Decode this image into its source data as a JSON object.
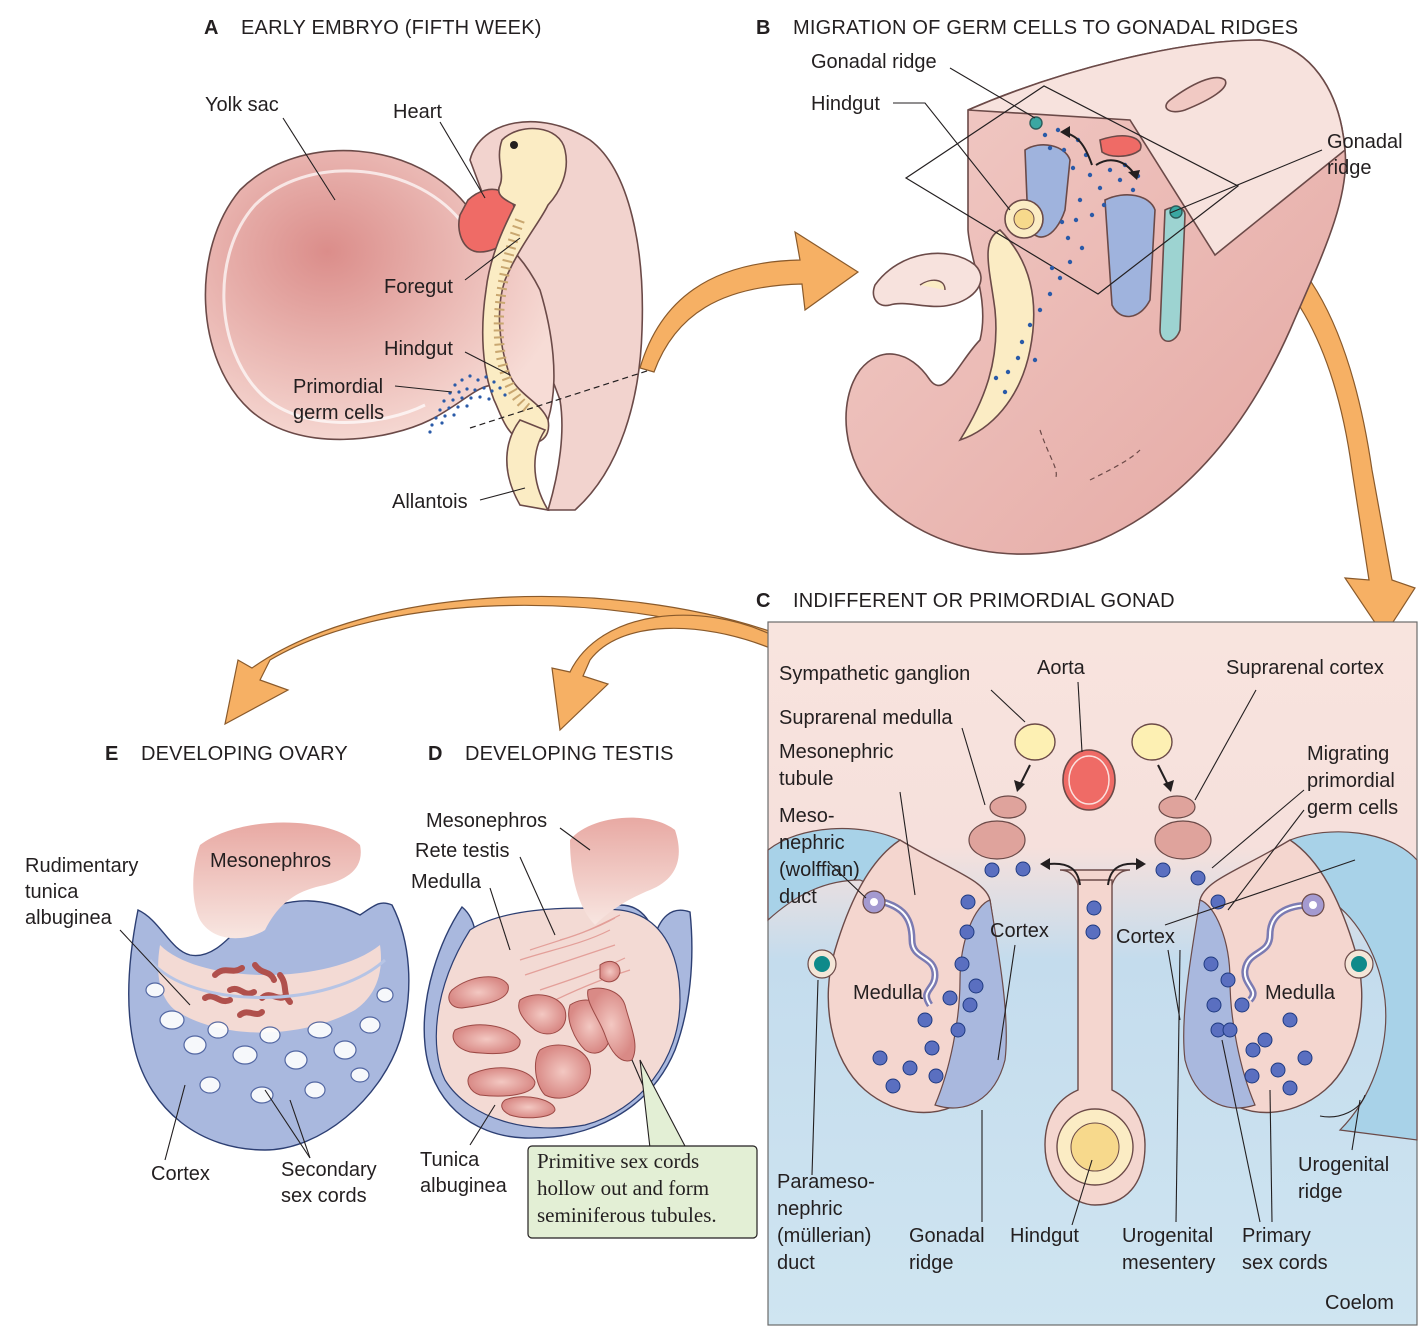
{
  "panels": {
    "a": {
      "letter": "A",
      "title": "EARLY EMBRYO (FIFTH WEEK)"
    },
    "b": {
      "letter": "B",
      "title": "MIGRATION OF GERM CELLS TO GONADAL RIDGES"
    },
    "c": {
      "letter": "C",
      "title": "INDIFFERENT OR PRIMORDIAL GONAD"
    },
    "d": {
      "letter": "D",
      "title": "DEVELOPING TESTIS"
    },
    "e": {
      "letter": "E",
      "title": "DEVELOPING OVARY"
    }
  },
  "labels_a": {
    "yolk_sac": "Yolk sac",
    "heart": "Heart",
    "foregut": "Foregut",
    "hindgut": "Hindgut",
    "primordial_1": "Primordial",
    "primordial_2": "germ cells",
    "allantois": "Allantois"
  },
  "labels_b": {
    "gonadal_ridge_left": "Gonadal ridge",
    "hindgut": "Hindgut",
    "gonadal_ridge_right_1": "Gonadal",
    "gonadal_ridge_right_2": "ridge"
  },
  "labels_c": {
    "sympathetic_ganglion": "Sympathetic ganglion",
    "aorta": "Aorta",
    "suprarenal_cortex": "Suprarenal cortex",
    "suprarenal_medulla": "Suprarenal medulla",
    "mesonephric_tubule_1": "Mesonephric",
    "mesonephric_tubule_2": "tubule",
    "meso_duct_1": "Meso-",
    "meso_duct_2": "nephric",
    "meso_duct_3": "(wolffian)",
    "meso_duct_4": "duct",
    "migrating_1": "Migrating",
    "migrating_2": "primordial",
    "migrating_3": "germ cells",
    "cortex_left": "Cortex",
    "cortex_right": "Cortex",
    "medulla_left": "Medulla",
    "medulla_right": "Medulla",
    "parameso_1": "Parameso-",
    "parameso_2": "nephric",
    "parameso_3": "(müllerian)",
    "parameso_4": "duct",
    "gonadal_ridge_1": "Gonadal",
    "gonadal_ridge_2": "ridge",
    "hindgut": "Hindgut",
    "urogenital_mesentery_1": "Urogenital",
    "urogenital_mesentery_2": "mesentery",
    "primary_sex_cords_1": "Primary",
    "primary_sex_cords_2": "sex cords",
    "urogenital_ridge_1": "Urogenital",
    "urogenital_ridge_2": "ridge",
    "coelom": "Coelom"
  },
  "labels_d": {
    "mesonephros": "Mesonephros",
    "rete_testis": "Rete testis",
    "medulla": "Medulla",
    "tunica_1": "Tunica",
    "tunica_2": "albuginea",
    "note_1": "Primitive sex cords",
    "note_2": "hollow out and form",
    "note_3": "seminiferous tubules."
  },
  "labels_e": {
    "rudimentary_1": "Rudimentary",
    "rudimentary_2": "tunica",
    "rudimentary_3": "albuginea",
    "mesonephros": "Mesonephros",
    "cortex": "Cortex",
    "secondary_1": "Secondary",
    "secondary_2": "sex cords"
  },
  "colors": {
    "tissue_pink": "#e8b7b3",
    "tissue_light": "#f6e1dc",
    "yolk_cream": "#fbecc4",
    "heart_red": "#ef6b66",
    "germ_cell_blue": "#2a5aa8",
    "gonad_blue": "#a9b8de",
    "coelom_blue": "#bcdcee",
    "arrow_orange": "#f6b064",
    "note_green": "#e3efd5"
  }
}
